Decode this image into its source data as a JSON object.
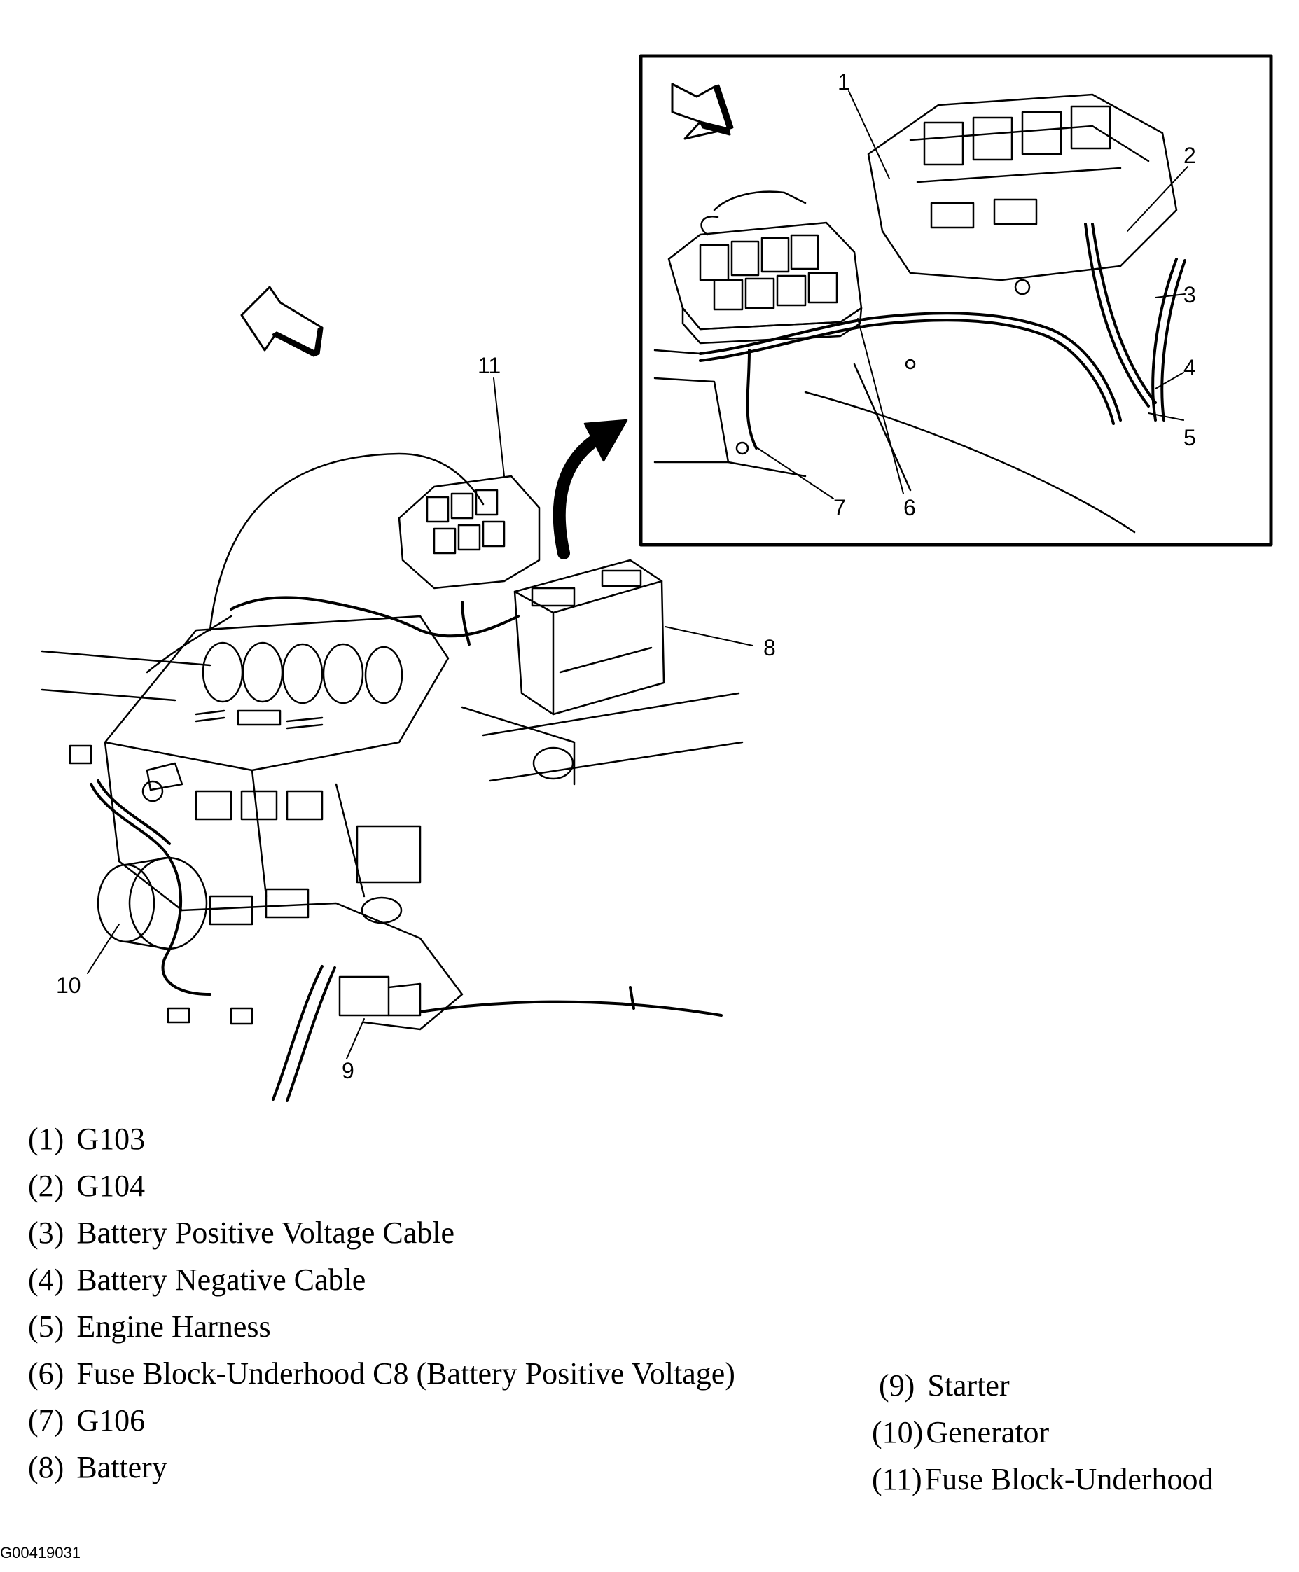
{
  "diagram": {
    "callouts": [
      "1",
      "2",
      "3",
      "4",
      "5",
      "6",
      "7",
      "8",
      "9",
      "10",
      "11"
    ],
    "legend": [
      {
        "num": "(1)",
        "text": "G103"
      },
      {
        "num": "(2)",
        "text": "G104"
      },
      {
        "num": "(3)",
        "text": "Battery Positive Voltage Cable"
      },
      {
        "num": "(4)",
        "text": "Battery Negative Cable"
      },
      {
        "num": "(5)",
        "text": "Engine Harness"
      },
      {
        "num": "(6)",
        "text": "Fuse Block-Underhood C8 (Battery Positive Voltage)"
      },
      {
        "num": "(7)",
        "text": "G106"
      },
      {
        "num": "(8)",
        "text": "Battery"
      },
      {
        "num": "(9)",
        "text": "Starter"
      },
      {
        "num": "(10)",
        "text": "Generator"
      },
      {
        "num": "(11)",
        "text": "Fuse Block-Underhood"
      }
    ],
    "figure_id": "G00419031"
  }
}
